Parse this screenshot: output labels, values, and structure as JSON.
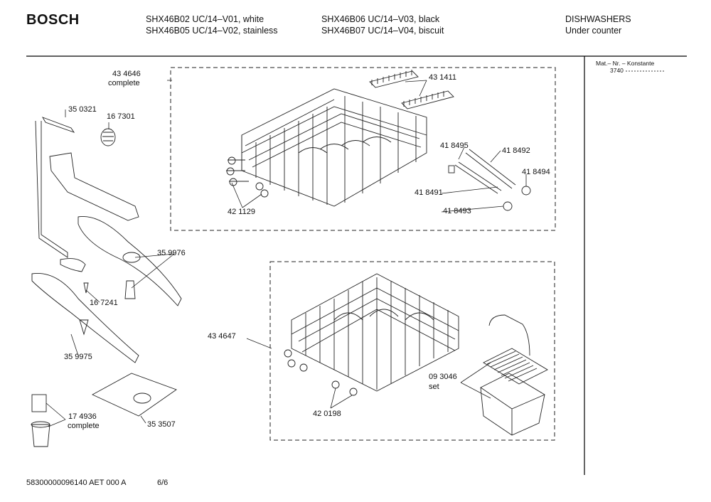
{
  "header": {
    "brand": "BOSCH",
    "models": [
      "SHX46B02  UC/14–V01, white",
      "SHX46B05  UC/14–V02, stainless",
      "SHX46B06  UC/14–V03, black",
      "SHX46B07  UC/14–V04, biscuit"
    ],
    "category": "DISHWASHERS",
    "subcategory": "Under counter"
  },
  "sidebar": {
    "line1": "Mat.– Nr. – Konstante",
    "line2": "3740"
  },
  "parts": {
    "upper_rack": "43 4646",
    "upper_rack_note": "complete",
    "part_431411": "43 1411",
    "part_350321": "35 0321",
    "part_167301": "16 7301",
    "part_418495": "41 8495",
    "part_418492": "41 8492",
    "part_418494": "41 8494",
    "part_418491": "41 8491",
    "part_418493": "41 8493",
    "part_421129": "42 1129",
    "part_359976": "35 9976",
    "part_167241": "16 7241",
    "part_359975": "35 9975",
    "lower_rack": "43 4647",
    "part_093046": "09 3046",
    "part_093046_note": "set",
    "part_420198": "42 0198",
    "part_174936": "17 4936",
    "part_174936_note": "complete",
    "part_353507": "35 3507"
  },
  "footer": {
    "code": "58300000096140 AET 000 A",
    "page": "6/6"
  }
}
